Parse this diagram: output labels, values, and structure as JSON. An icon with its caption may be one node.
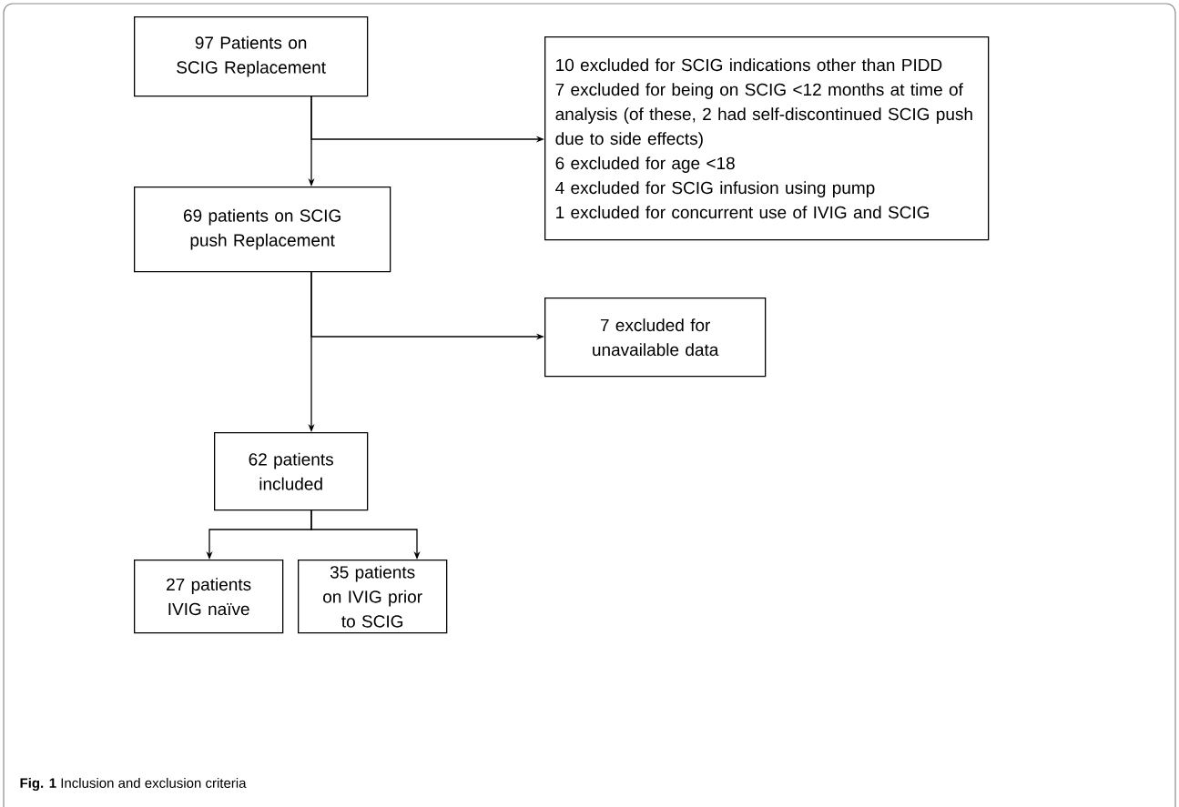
{
  "diagram": {
    "caption": "**Fig. 1** Inclusion and exclusion criteria",
    "nodes": [
      {
        "text": [
          "97 Patients on SCIG Replacement"
        ]
      },
      {
        "text": [
          "10 excluded for SCIG indications other than PIDD",
          "7 excluded for being on SCIG <12 months at time of analysis (of these, 2 had self-discontinued SCIG push due to side effects)",
          "6 excluded for age <18",
          "4 excluded for SCIG infusion using pump",
          "1 excluded for concurrent use of IVIG and SCIG"
        ]
      },
      {
        "text": [
          "69 patients on SCIG push Replacement"
        ]
      },
      {
        "text": [
          "7 excluded for unavailable data"
        ]
      },
      {
        "text": [
          "62 patients included"
        ]
      },
      {
        "text": [
          "27 patients IVIG naïve"
        ]
      },
      {
        "text": [
          "35 patients on IVIG prior to SCIG"
        ]
      }
    ],
    "edges": [
      {
        "from": 0,
        "to": 2,
        "arrow": "to"
      },
      {
        "from": 0,
        "to": 1,
        "arrow": "to"
      },
      {
        "from": 2,
        "to": 4,
        "arrow": "to"
      },
      {
        "from": 2,
        "to": 3,
        "arrow": "to"
      },
      {
        "from": 4,
        "to": 5,
        "arrow": "to"
      },
      {
        "from": 4,
        "to": 6,
        "arrow": "to"
      }
    ]
  }
}
